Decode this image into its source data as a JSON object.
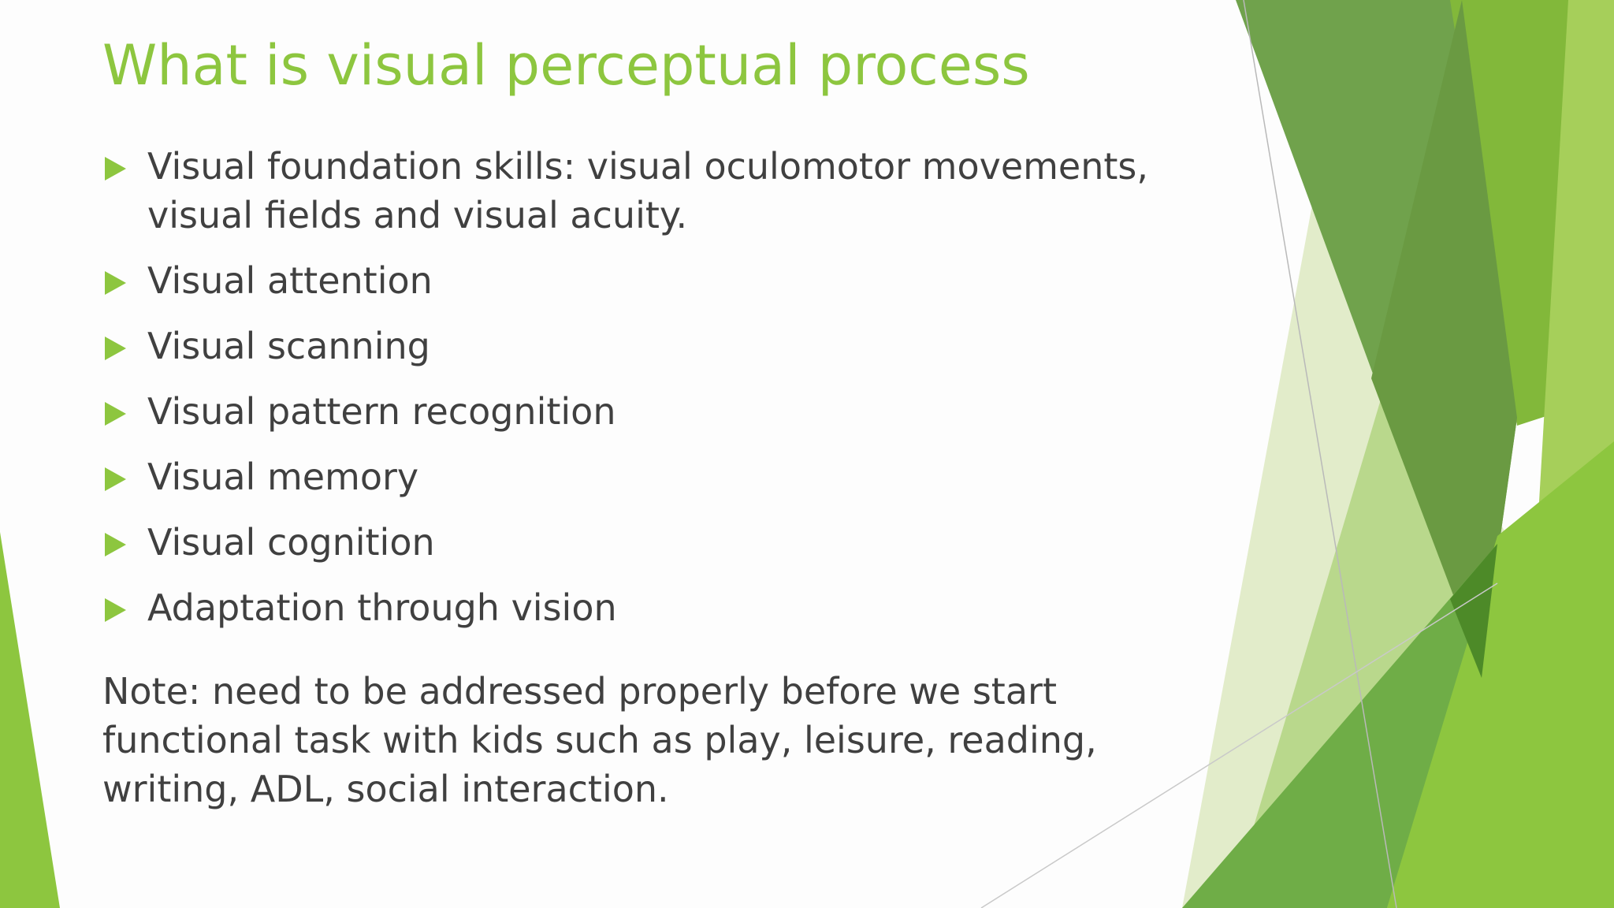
{
  "slide": {
    "title": "What is visual perceptual process",
    "bullets": [
      "Visual foundation skills: visual oculomotor movements, visual fields and visual acuity.",
      "Visual attention",
      "Visual scanning",
      "Visual pattern recognition",
      "Visual memory",
      "Visual cognition",
      "Adaptation through vision"
    ],
    "note": "Note: need to be addressed properly before we start functional task with kids such as play, leisure, reading, writing, ADL, social interaction."
  },
  "theme": {
    "title_color": "#8dc63f",
    "bullet_color": "#8dc63f",
    "text_color": "#404040",
    "bullet_icon": "triangle-right-icon"
  }
}
